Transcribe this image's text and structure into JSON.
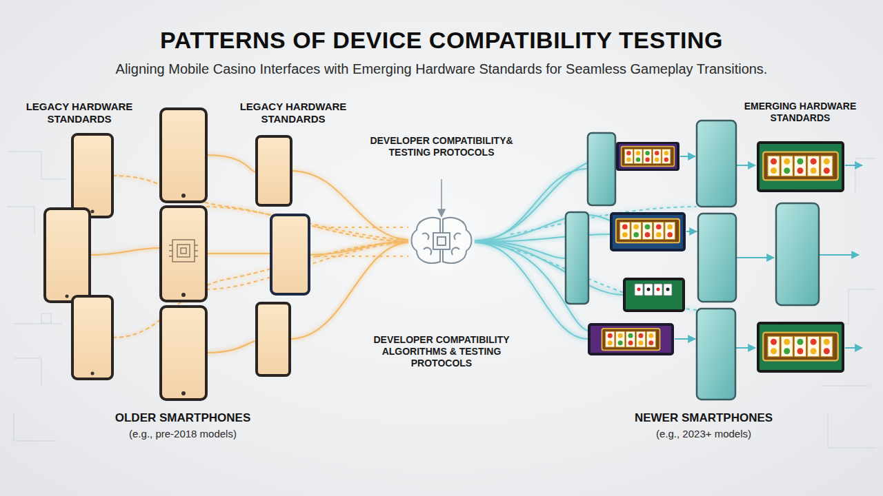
{
  "diagram": {
    "title": "PATTERNS OF DEVICE COMPATIBILITY TESTING",
    "nodes": [
      {
        "text": [
          "DEVELOPER COMPATIBILITY& TESTING PROTOCOLS",
          "DEVELOPER COMPATIBILITY ALGORITHMS & TESTING PROTOCOLS"
        ]
      }
    ],
    "labels": [
      "Aligning Mobile Casino Interfaces with Emerging Hardware Standards for Seamless Gameplay Transitions.",
      "LEGACY HARDWARE STANDARDS",
      "LEGACY HARDWARE STANDARDS",
      "EMERGING HARDWARE STANDARDS",
      "OLDER SMARTPHONES",
      "(e.g., pre-2018 models)",
      "NEWER SMARTPHONES",
      "(e.g., 2023+ models)"
    ]
  }
}
